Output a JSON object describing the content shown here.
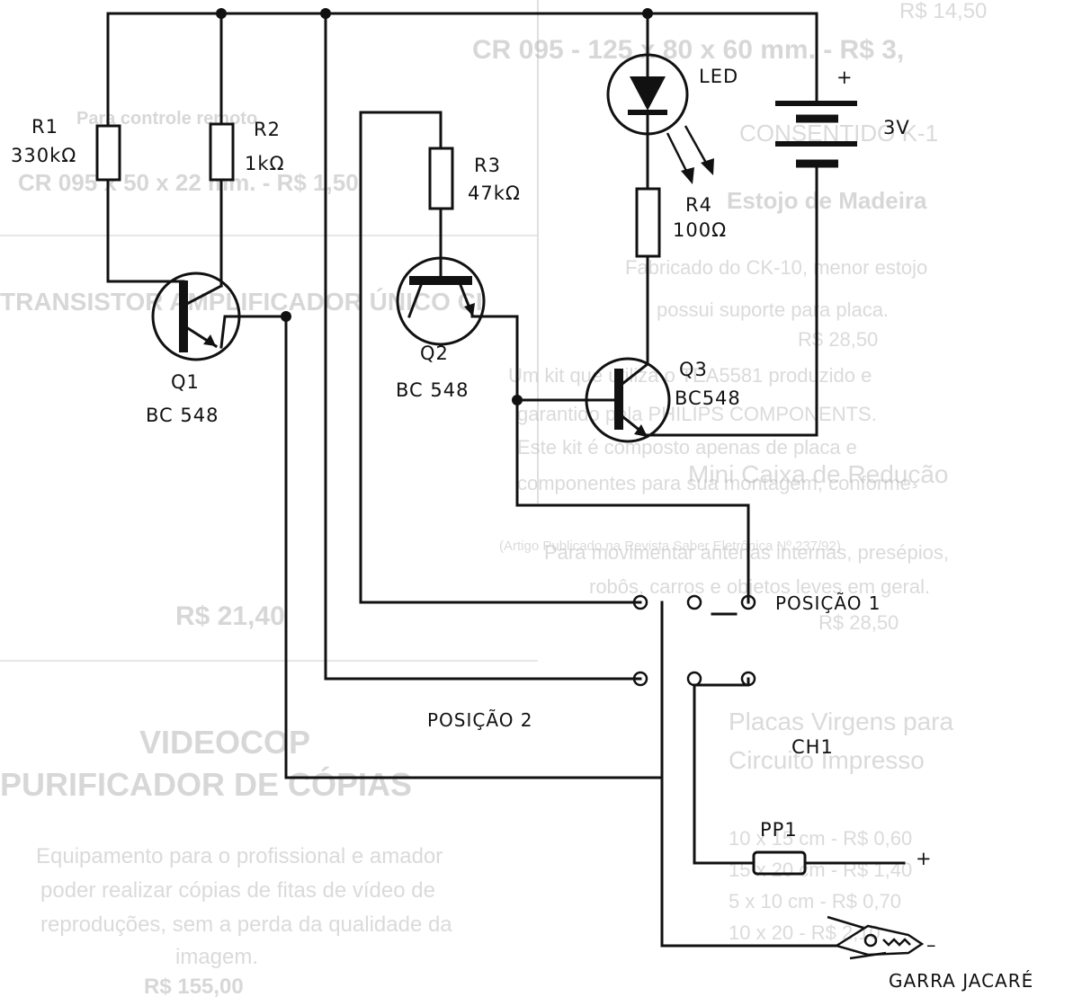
{
  "components": {
    "r1": {
      "ref": "R1",
      "value": "330kΩ"
    },
    "r2": {
      "ref": "R2",
      "value": "1kΩ"
    },
    "r3": {
      "ref": "R3",
      "value": "47kΩ"
    },
    "r4": {
      "ref": "R4",
      "value": "100Ω"
    },
    "q1": {
      "ref": "Q1",
      "type": "BC 548"
    },
    "q2": {
      "ref": "Q2",
      "type": "BC 548"
    },
    "q3": {
      "ref": "Q3",
      "type": "BC548"
    },
    "led": {
      "ref": "LED"
    },
    "battery": {
      "value": "3V",
      "plus": "+"
    },
    "switch": {
      "ref": "CH1",
      "pos1": "POSIÇÃO 1",
      "pos2": "POSIÇÃO 2"
    },
    "probe": {
      "ref": "PP1",
      "plus": "+"
    },
    "clip": {
      "label": "GARRA JACARÉ",
      "minus": "–"
    }
  },
  "background_print": {
    "line1": "R$ 14,50",
    "line2": "CR 095 - 125 x 80 x 60 mm. - R$ 3,",
    "line3": "Para controle remoto",
    "line4": "CONSENTIDO K-1",
    "line5": "CR 095 x 50 x 22 mm. - R$ 1,50",
    "line6": "Estojo de Madeira",
    "line7": "Fabricado do CK-10, menor estojo",
    "line8": "possui suporte para placa.",
    "line9": "R$ 28,50",
    "line10": "TRANSISTOR AMPLIFICADOR ÚNICO CI",
    "line11": "Um kit que utiliza o TEA5581 produzido e",
    "line12": "garantido pela PHILIPS COMPONENTS.",
    "line13": "Este kit é composto apenas de placa e",
    "line14": "componentes para sua montagem, conforme",
    "line15": "(Artigo Publicado na Revista Saber Eletrônica Nº 237/92)",
    "line16": "Mini Caixa de Redução",
    "line17": "Para movimentar antenas internas, presépios,",
    "line18": "robôs, carros e objetos leves em geral.",
    "line19": "R$ 28,50",
    "line20": "R$ 21,40",
    "line21": "Placas Virgens para",
    "line22": "Circuito Impresso",
    "line23": "VIDEOCOP",
    "line24": "PURIFICADOR DE CÓPIAS",
    "line25": "Equipamento para o profissional e amador",
    "line26": "poder realizar cópias de fitas de vídeo de",
    "line27": "reproduções, sem a perda da qualidade da",
    "line28": "imagem.",
    "line29": "R$ 155,00",
    "line30": "10 x 15 cm - R$ 0,60",
    "line31": "15 x 20 cm - R$ 1,40",
    "line32": "5 x 10 cm - R$ 0,70",
    "line33": "10 x 20 - R$ 2,10"
  }
}
